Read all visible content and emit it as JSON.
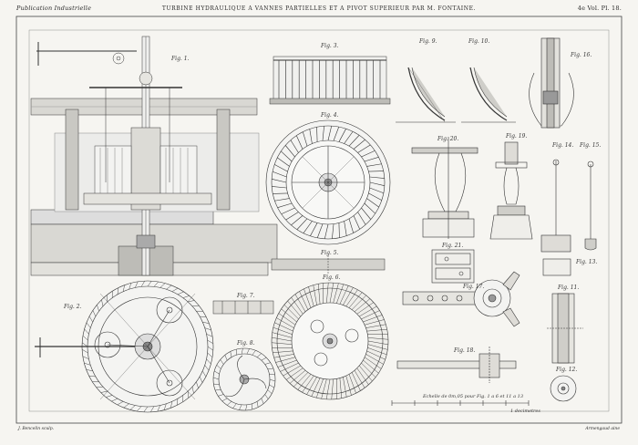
{
  "header": {
    "left": "Publication Industrielle",
    "center": "TURBINE HYDRAULIQUE A VANNES PARTIELLES ET A PIVOT SUPERIEUR PAR M. FONTAINE.",
    "right": "4e Vol. Pl. 18."
  },
  "footer": {
    "left": "J. Bencelin sculp.",
    "right": "Armengaud aine"
  },
  "figures": {
    "fig1": "Fig. 1.",
    "fig2": "Fig. 2.",
    "fig3": "Fig. 3.",
    "fig4": "Fig. 4.",
    "fig5": "Fig. 5.",
    "fig6": "Fig. 6.",
    "fig7": "Fig. 7.",
    "fig8": "Fig. 8.",
    "fig9": "Fig. 9.",
    "fig10": "Fig. 10.",
    "fig11": "Fig. 11.",
    "fig12": "Fig. 12.",
    "fig13": "Fig. 13.",
    "fig14": "Fig. 14.",
    "fig15": "Fig. 15.",
    "fig16": "Fig. 16.",
    "fig17": "Fig. 17.",
    "fig18": "Fig. 18.",
    "fig19": "Fig. 19.",
    "fig20": "Fig. 20.",
    "fig21": "Fig. 21."
  },
  "scale_caption": "Echelle de 0m,05 pour Fig. 1 a 6 et 11 a 13",
  "scale_unit": "1 decimetres",
  "colors": {
    "ink": "#2a2a2a",
    "paper": "#f6f5f1",
    "wash": "#d9d8d3",
    "dark_wash": "#b9b8b3"
  }
}
